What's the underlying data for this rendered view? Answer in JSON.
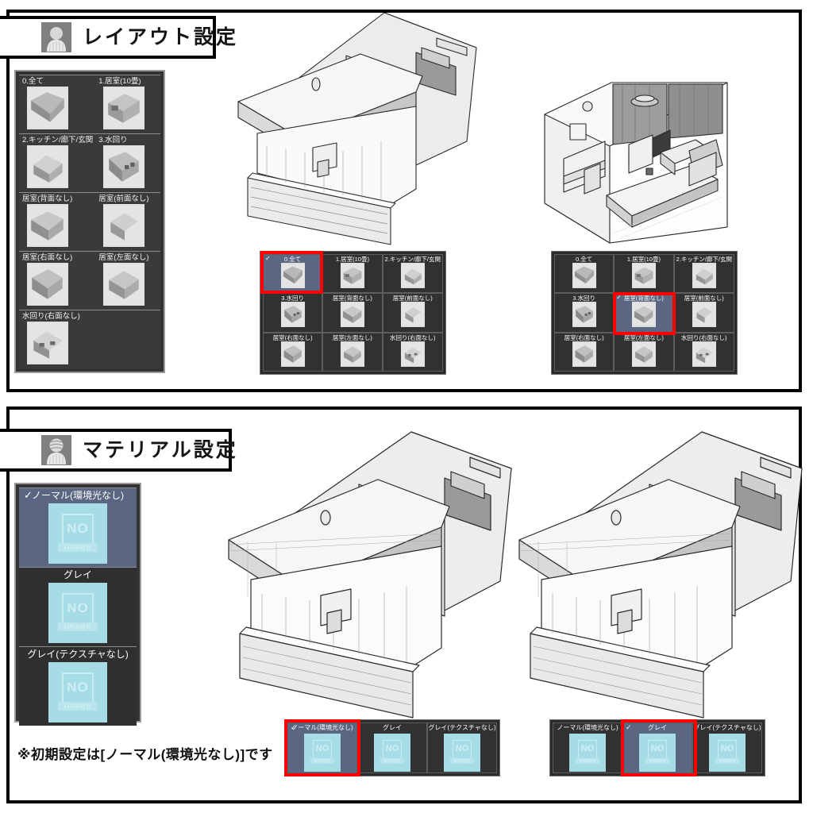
{
  "sections": {
    "layout": {
      "title": "レイアウト設定",
      "icon": "hand-holding-sphere-icon",
      "palette_items": [
        {
          "label": "0.全て"
        },
        {
          "label": "1.居室(10畳)"
        },
        {
          "label": "2.キッチン/廊下/玄関"
        },
        {
          "label": "3.水回り"
        },
        {
          "label": "居室(背面なし)"
        },
        {
          "label": "居室(前面なし)"
        },
        {
          "label": "居室(右面なし)"
        },
        {
          "label": "居室(左面なし)"
        },
        {
          "label": "水回り(右面なし)"
        }
      ],
      "strip_items": [
        {
          "label": "0.全て"
        },
        {
          "label": "1.居室(10畳)"
        },
        {
          "label": "2.キッチン/廊下/玄関"
        },
        {
          "label": "3.水回り"
        },
        {
          "label": "居室(背面なし)"
        },
        {
          "label": "居室(前面なし)"
        },
        {
          "label": "居室(右面なし)"
        },
        {
          "label": "居室(左面なし)"
        },
        {
          "label": "水回り(右面なし)"
        }
      ],
      "left_strip_selected_index": 0,
      "right_strip_selected_index": 4,
      "check_glyph": "✓"
    },
    "material": {
      "title": "マテリアル設定",
      "icon": "hand-holding-textured-sphere-icon",
      "palette_items": [
        {
          "label": "ノーマル(環境光なし)"
        },
        {
          "label": "グレイ"
        },
        {
          "label": "グレイ(テクスチャなし)"
        }
      ],
      "palette_selected_index": 0,
      "strip_items": [
        {
          "label": "ノーマル(環境光なし)"
        },
        {
          "label": "グレイ"
        },
        {
          "label": "グレイ(テクスチャなし)"
        }
      ],
      "left_strip_selected_index": 0,
      "right_strip_selected_index": 1,
      "thumbnail_placeholder": {
        "primary": "NO",
        "secondary": "image"
      },
      "check_glyph": "✓"
    }
  },
  "footer_note": "※初期設定は[ノーマル(環境光なし)]です",
  "colors": {
    "selection_ring": "#ff0000",
    "selected_cell": "#5b6782",
    "panel_dark": "#333333",
    "placeholder_cyan": "#a6dce6",
    "border_black": "#000000"
  }
}
